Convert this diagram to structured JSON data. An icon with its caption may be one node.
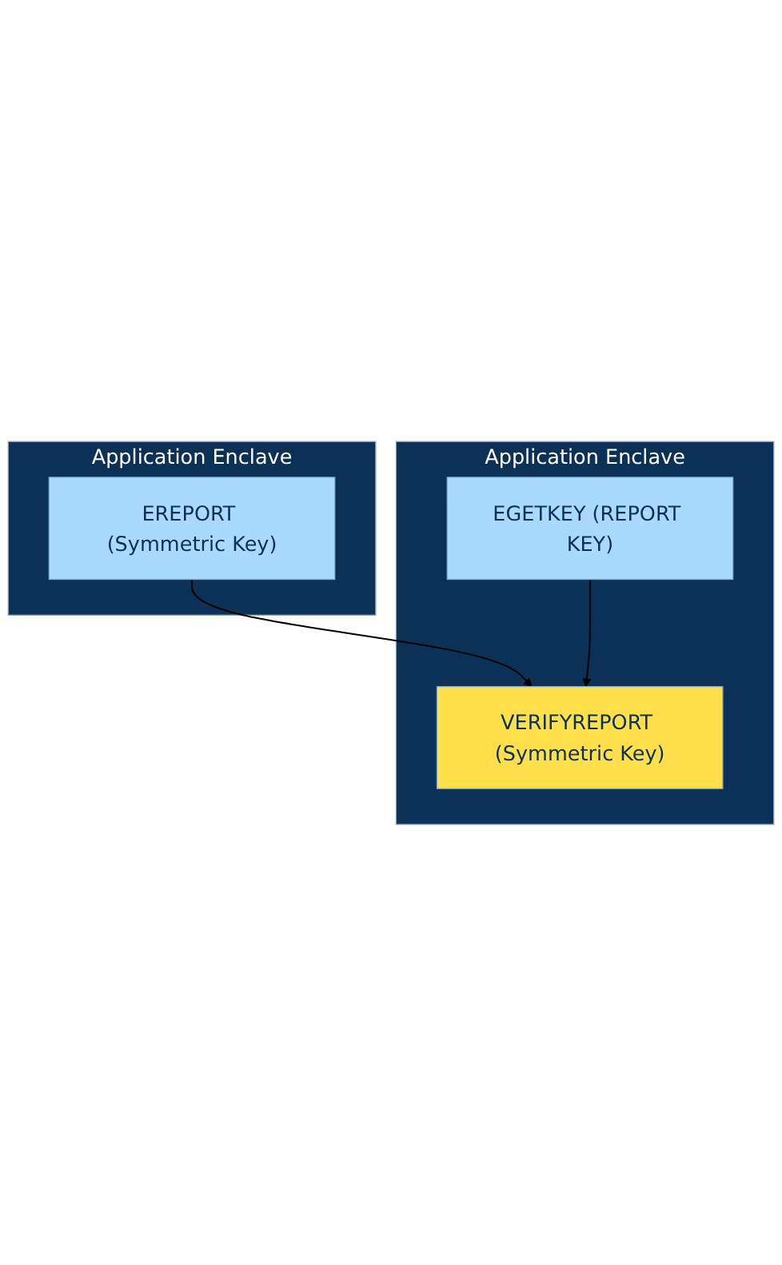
{
  "diagram": {
    "nodes": [
      {
        "text": [
          "Application Enclave"
        ]
      },
      {
        "text": [
          "EREPORT (Symmetric Key)"
        ],
        "in": 0
      },
      {
        "text": [
          "Application Enclave"
        ]
      },
      {
        "text": [
          "EGETKEY (REPORT KEY)"
        ],
        "in": 2
      },
      {
        "text": [
          "VERIFYREPORT (Symmetric Key)"
        ],
        "in": 2
      }
    ],
    "edges": [
      {
        "from": 1,
        "to": 4,
        "arrow": "to"
      },
      {
        "from": 3,
        "to": 4,
        "arrow": "to"
      }
    ]
  }
}
